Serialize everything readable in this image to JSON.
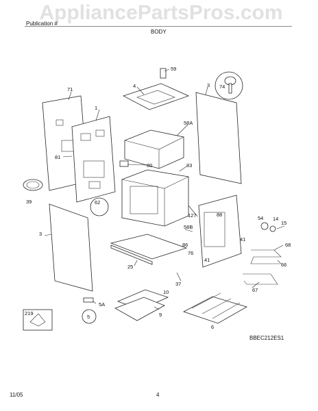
{
  "watermark": "AppliancePartsPros.com",
  "header": {
    "publication": "Publication #",
    "section_title": "BODY"
  },
  "footer": {
    "date": "11/05",
    "page": "4",
    "diagram_code": "BBEC212ES1"
  },
  "callouts": {
    "c59": "59",
    "c4": "4",
    "c3": "3",
    "c74": "74",
    "c71": "71",
    "c1": "1",
    "c58A": "58A",
    "c81": "81",
    "c80": "80",
    "c83": "83",
    "c39": "39",
    "c62": "62",
    "c3b": "3",
    "c58B": "58B",
    "c127": "127",
    "c88": "88",
    "c54": "54",
    "c14": "14",
    "c15": "15",
    "c86": "86",
    "c76": "76",
    "c41a": "41",
    "c41b": "41",
    "c68": "68",
    "c66": "66",
    "c25": "25",
    "c37": "37",
    "c10": "10",
    "c9": "9",
    "c67": "67",
    "c219": "219",
    "c5A": "5A",
    "c5": "5",
    "c6": "6"
  }
}
